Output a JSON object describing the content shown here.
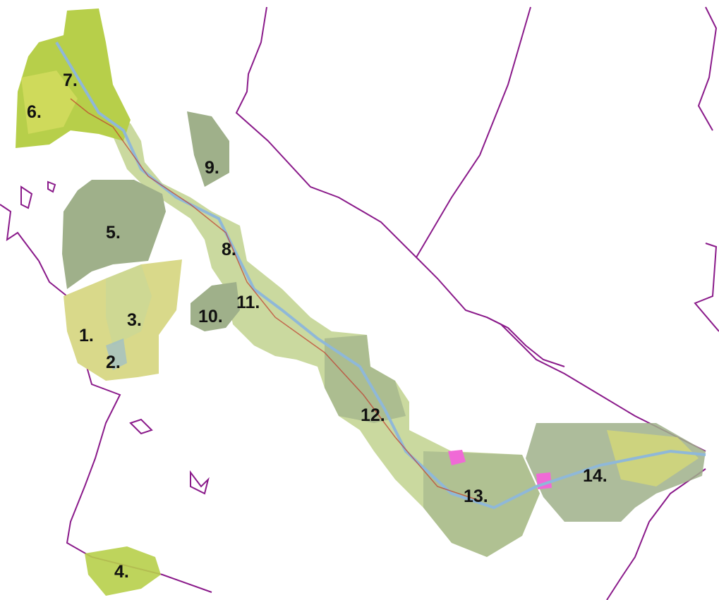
{
  "map": {
    "labels": [
      "1.",
      "2.",
      "3.",
      "4.",
      "5.",
      "6.",
      "7.",
      "8.",
      "9.",
      "10.",
      "11.",
      "12.",
      "13.",
      "14."
    ],
    "colors": {
      "boundary": "#8a1a8a",
      "zone_light_green": "#c7d79a",
      "zone_gray_green": "#9fb08a",
      "zone_yellow": "#d9d98a",
      "zone_lime": "#b7cf4a",
      "zone_bright_yellow": "#e3e36a",
      "highlight_pink": "#f06ad6",
      "river_blue": "#8fb8d8",
      "road_red": "#c0392b"
    },
    "icons": [
      "boundary-line",
      "zone-patch",
      "river-line"
    ]
  }
}
